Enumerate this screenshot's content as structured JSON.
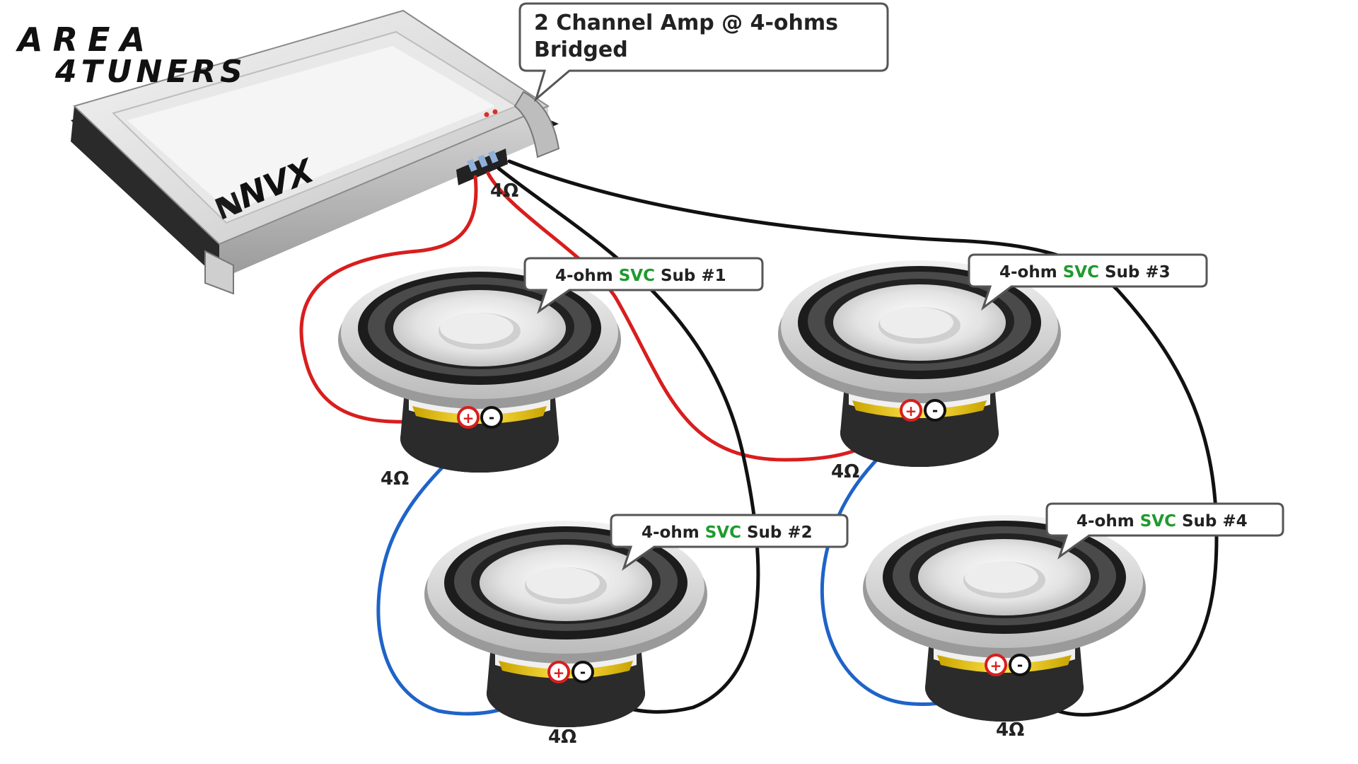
{
  "logo": {
    "line1": "AREA",
    "line2": "4TUNERS"
  },
  "amplifier": {
    "brand": "NVX",
    "output_impedance": "4Ω",
    "callout": {
      "line1": "2 Channel Amp @ 4-ohms",
      "line2": "Bridged"
    }
  },
  "subs": [
    {
      "prefix": "4-ohm ",
      "accent": "SVC",
      "suffix": " Sub #1",
      "impedance": "4Ω"
    },
    {
      "prefix": "4-ohm ",
      "accent": "SVC",
      "suffix": " Sub #2",
      "impedance": "4Ω"
    },
    {
      "prefix": "4-ohm ",
      "accent": "SVC",
      "suffix": " Sub #3",
      "impedance": "4Ω"
    },
    {
      "prefix": "4-ohm ",
      "accent": "SVC",
      "suffix": " Sub #4",
      "impedance": "4Ω"
    }
  ],
  "terminals": {
    "positive": "+",
    "negative": "-"
  },
  "colors": {
    "positive_wire": "#d81e1e",
    "negative_wire": "#111111",
    "series_link_wire": "#1e63c8",
    "svc_accent": "#1f9a2e",
    "amp_body": "#e4e4e4",
    "amp_shadow": "#2a2a2a"
  }
}
